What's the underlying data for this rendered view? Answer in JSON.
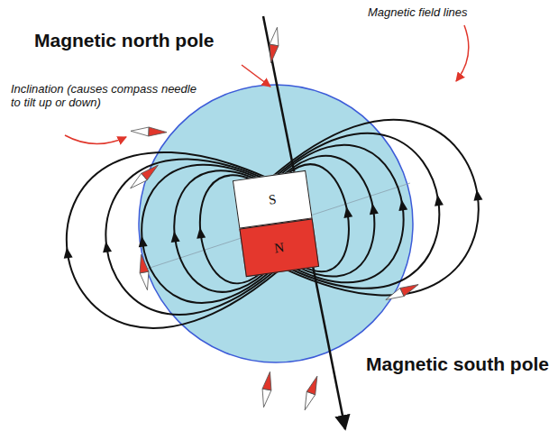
{
  "diagram": {
    "nodes": [
      {
        "text": [
          "S"
        ]
      },
      {
        "text": [
          "N"
        ]
      }
    ],
    "labels": [
      "Magnetic north pole",
      "Inclination (causes compass needle to tilt up or down)",
      "Magnetic field lines",
      "Magnetic south pole"
    ]
  }
}
